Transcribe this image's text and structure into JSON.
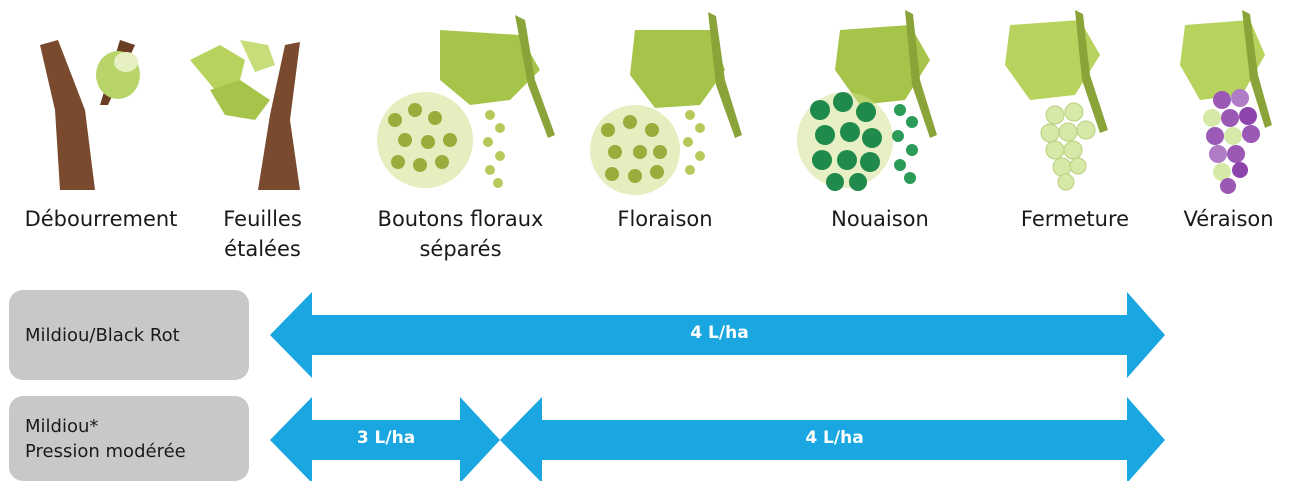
{
  "stages": [
    {
      "label": "Débourrement"
    },
    {
      "label": "Feuilles\nétalées"
    },
    {
      "label": "Boutons floraux\nséparés"
    },
    {
      "label": "Floraison"
    },
    {
      "label": "Nouaison"
    },
    {
      "label": "Fermeture"
    },
    {
      "label": "Véraison"
    }
  ],
  "rows": [
    {
      "label": "Mildiou/Black Rot",
      "doses": [
        "4 L/ha"
      ]
    },
    {
      "label": "Mildiou*\nPression modérée",
      "doses": [
        "3 L/ha",
        "4 L/ha"
      ]
    }
  ],
  "colors": {
    "arrow": "#1aa6e0",
    "row_label_bg": "#c8c8c8",
    "leaf": "#a6c44a",
    "bark": "#7a4a2e",
    "flower_green": "#9aac3c",
    "berry_dark": "#1f8a4c",
    "berry_light": "#d6e9a8",
    "berry_purple": "#9b59b6"
  }
}
